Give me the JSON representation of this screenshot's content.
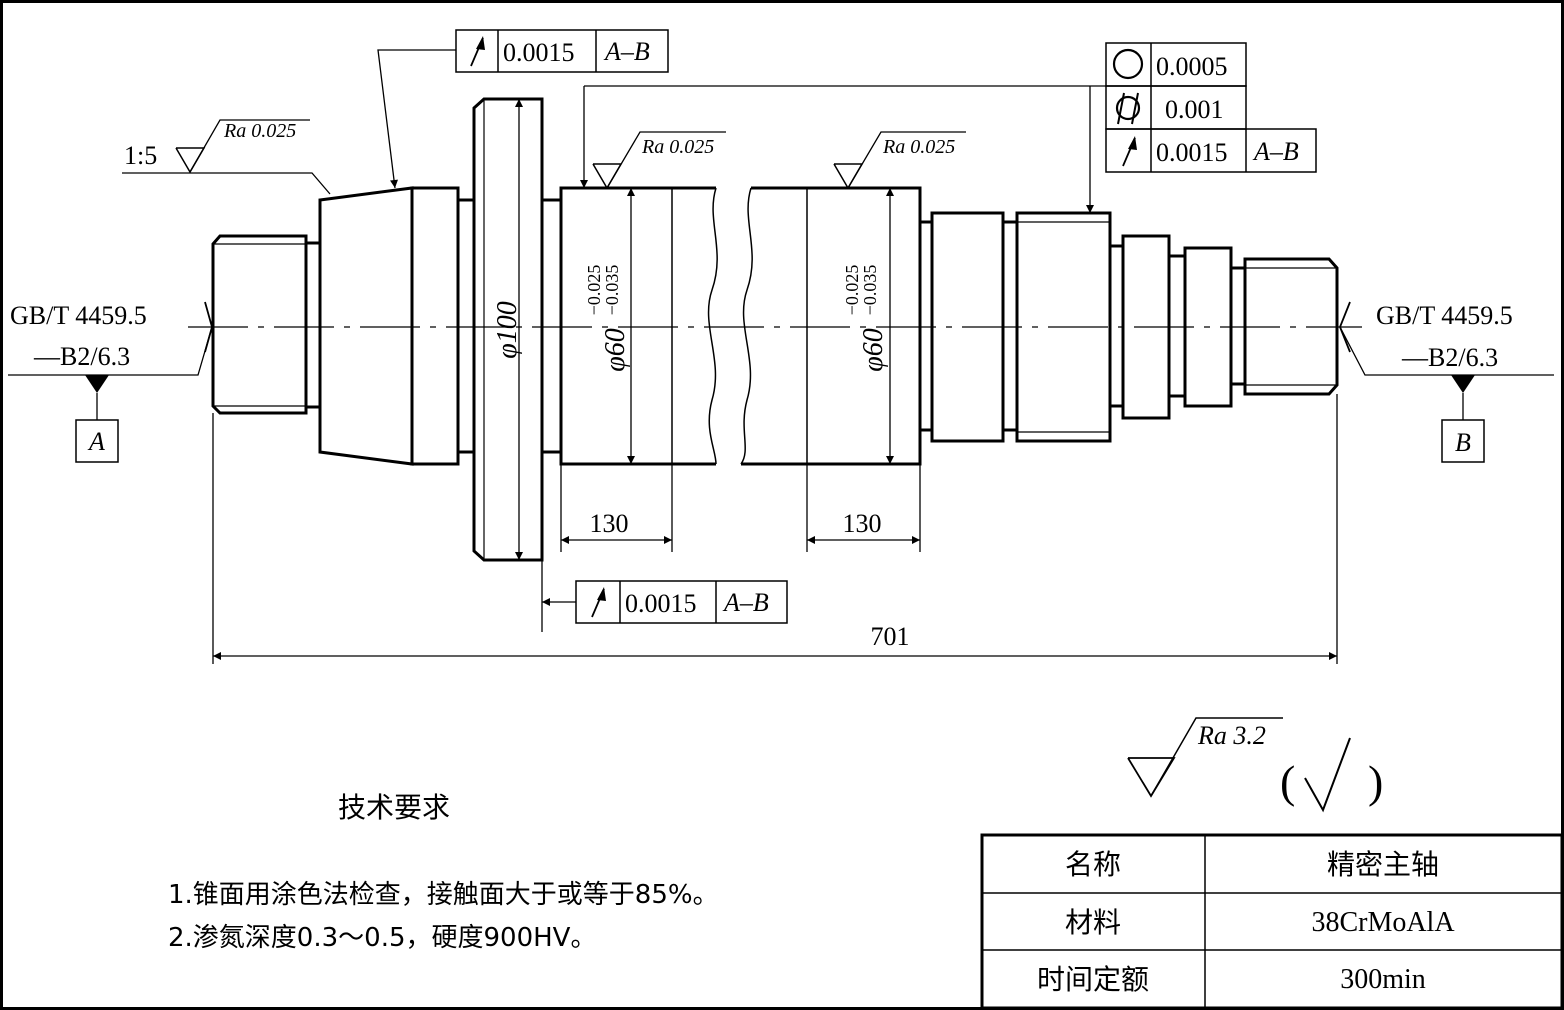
{
  "taper": {
    "ratio": "1:5",
    "ra": "Ra 0.025"
  },
  "ra_top": [
    "Ra 0.025",
    "Ra 0.025"
  ],
  "center_hole_left": {
    "std_line1": "GB/T 4459.5",
    "std_line2": "—B2/6.3",
    "datum": "A"
  },
  "center_hole_right": {
    "std_line1": "GB/T 4459.5",
    "std_line2": "—B2/6.3",
    "datum": "B"
  },
  "fcf_top_left": {
    "symbol": "circular-runout",
    "value": "0.0015",
    "datum": "A–B"
  },
  "fcf_right": [
    {
      "symbol": "roundness",
      "value": "0.0005"
    },
    {
      "symbol": "cylindricity",
      "value": "0.001"
    },
    {
      "symbol": "circular-runout",
      "value": "0.0015",
      "datum": "A–B"
    }
  ],
  "fcf_bottom": {
    "symbol": "circular-runout",
    "value": "0.0015",
    "datum": "A–B"
  },
  "dims": {
    "flange_dia": "φ100",
    "journal_dia_1": "φ60",
    "journal_dia_2": "φ60",
    "tol_upper": "−0.025",
    "tol_lower": "−0.035",
    "len_1": "130",
    "len_2": "130",
    "total": "701"
  },
  "general_roughness": {
    "ra": "Ra 3.2",
    "paren_open": "(",
    "paren_close": ")"
  },
  "tech_req": {
    "title": "技术要求",
    "items": [
      "1.锥面用涂色法检查，接触面大于或等于85%。",
      "2.渗氮深度0.3～0.5，硬度900HV。"
    ]
  },
  "title_block": [
    {
      "label": "名称",
      "value": "精密主轴"
    },
    {
      "label": "材料",
      "value": "38CrMoAlA"
    },
    {
      "label": "时间定额",
      "value": "300min"
    }
  ]
}
